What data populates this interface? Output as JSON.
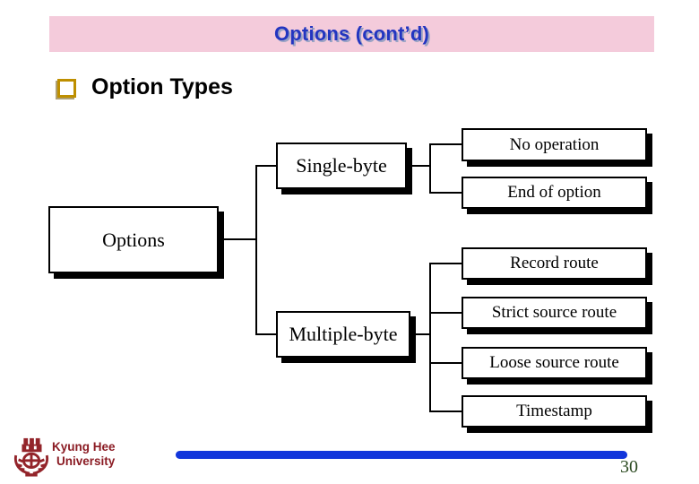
{
  "slide": {
    "title": "Options (cont’d)",
    "bullet_heading": "Option Types",
    "page_number": "30"
  },
  "diagram": {
    "root": {
      "label": "Options"
    },
    "branches": [
      {
        "label": "Single-byte",
        "children": [
          {
            "label": "No operation"
          },
          {
            "label": "End of option"
          }
        ]
      },
      {
        "label": "Multiple-byte",
        "children": [
          {
            "label": "Record route"
          },
          {
            "label": "Strict source route"
          },
          {
            "label": "Loose source route"
          },
          {
            "label": "Timestamp"
          }
        ]
      }
    ]
  },
  "footer": {
    "institution_line1": "Kyung Hee",
    "institution_line2": "University"
  },
  "colors": {
    "banner_background": "#F4CBDB",
    "title_text": "#2335C0",
    "bullet_gold": "#BE8F00",
    "logo_red": "#8B1C24",
    "bar_blue": "#1236DB",
    "page_number_green": "#2B4A20",
    "diagram_line": "#000000"
  }
}
